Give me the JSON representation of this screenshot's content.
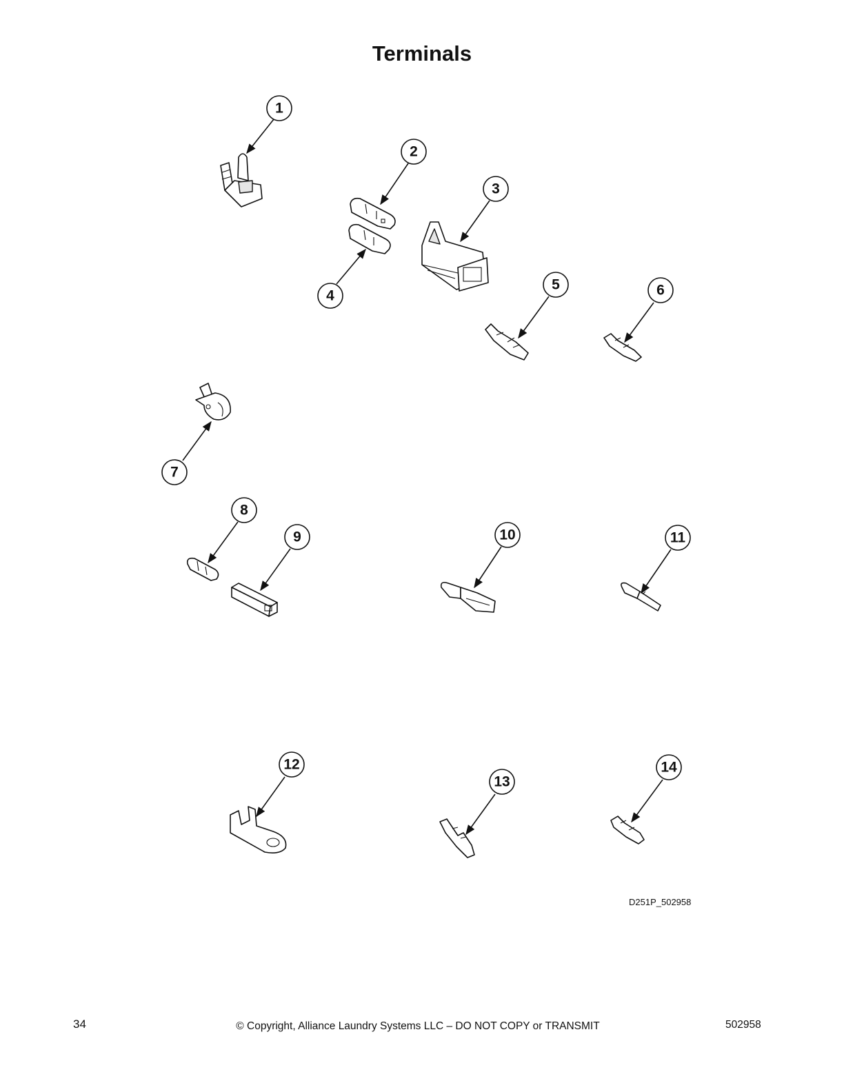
{
  "title": "Terminals",
  "drawing_id": "D251P_502958",
  "footer": {
    "page_number": "34",
    "copyright": "© Copyright, Alliance Laundry Systems LLC – DO NOT COPY or TRANSMIT",
    "doc_number": "502958"
  },
  "callouts": [
    "1",
    "2",
    "3",
    "4",
    "5",
    "6",
    "7",
    "8",
    "9",
    "10",
    "11",
    "12",
    "13",
    "14"
  ]
}
